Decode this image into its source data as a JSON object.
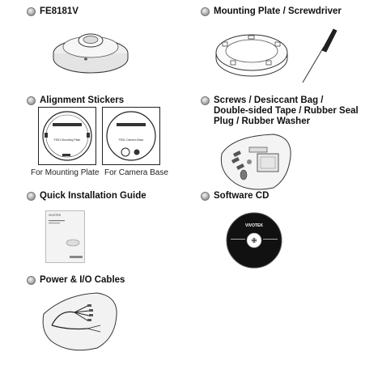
{
  "items": [
    {
      "id": "fe8181v",
      "title": "FE8181V",
      "icon": "camera-dome-icon"
    },
    {
      "id": "mounting-plate",
      "title": "Mounting Plate / Screwdriver",
      "icon": "mounting-plate-icon"
    },
    {
      "id": "alignment-stickers",
      "title": "Alignment Stickers",
      "icon": "sticker-icon",
      "captions": [
        "For Mounting Plate",
        "For Camera Base"
      ],
      "sticker_labels": [
        "FE81 Mounting Plate",
        "FE81 Camera Base"
      ]
    },
    {
      "id": "accessory-bag",
      "title_lines": [
        "Screws / Desiccant Bag /",
        "Double-sided Tape / Rubber Seal",
        "Plug / Rubber Washer"
      ],
      "icon": "accessory-bag-icon"
    },
    {
      "id": "quick-guide",
      "title": "Quick Installation Guide",
      "icon": "booklet-icon",
      "booklet_brand": "VIVOTEK"
    },
    {
      "id": "software-cd",
      "title": "Software CD",
      "icon": "cd-icon",
      "cd_brand": "VIVOTEK"
    },
    {
      "id": "cables",
      "title": "Power & I/O Cables",
      "icon": "cable-icon"
    }
  ],
  "colors": {
    "bullet": "#9a9a9a",
    "line": "#222222",
    "cd": "#111111"
  }
}
